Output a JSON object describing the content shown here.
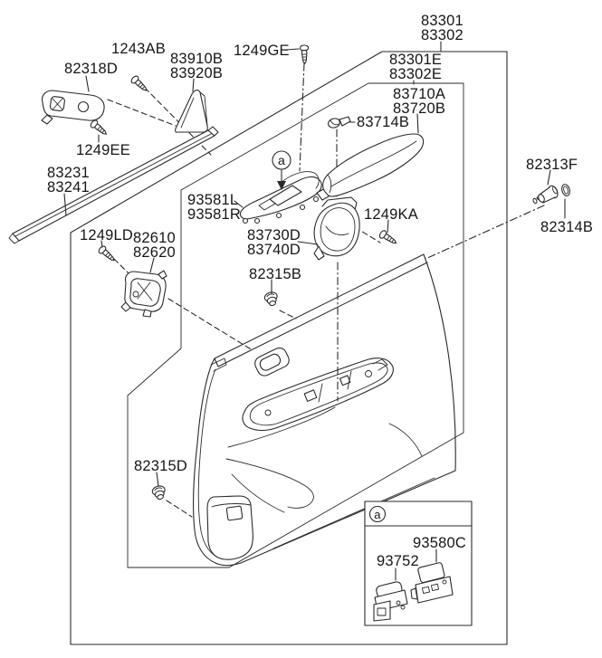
{
  "diagram": {
    "type": "exploded-parts-diagram",
    "subject": "rear door trim panel",
    "background_color": "#ffffff",
    "line_color": "#2a2a2a",
    "text_color": "#161616",
    "detail_marker": "a",
    "callouts": {
      "trim_assembly": [
        "83301",
        "83302"
      ],
      "trim_panel": [
        "83301E",
        "83302E"
      ],
      "armrest": [
        "83710A",
        "83720B"
      ],
      "armrest_clip": [
        "83714B"
      ],
      "screw_1243ab": [
        "1243AB"
      ],
      "delta_garnish": [
        "83910B",
        "83920B"
      ],
      "screw_1249ge": [
        "1249GE"
      ],
      "bracket_82318d": [
        "82318D"
      ],
      "screw_1249ee": [
        "1249EE"
      ],
      "belt_weatherstrip": [
        "83231",
        "83241"
      ],
      "window_switch_bezel": [
        "93581L",
        "93581R"
      ],
      "door_pull_handle": [
        "83730D",
        "83740D"
      ],
      "screw_1249ka": [
        "1249KA"
      ],
      "retainer_pin": [
        "82313F"
      ],
      "pin_ring": [
        "82314B"
      ],
      "grommet_82315b": [
        "82315B"
      ],
      "inside_handle_housing": [
        "82610",
        "82620"
      ],
      "screw_1249ld": [
        "1249LD"
      ],
      "grommet_82315d": [
        "82315D"
      ],
      "power_window_switch": [
        "93580C"
      ],
      "door_lock_switch": [
        "93752"
      ]
    }
  }
}
